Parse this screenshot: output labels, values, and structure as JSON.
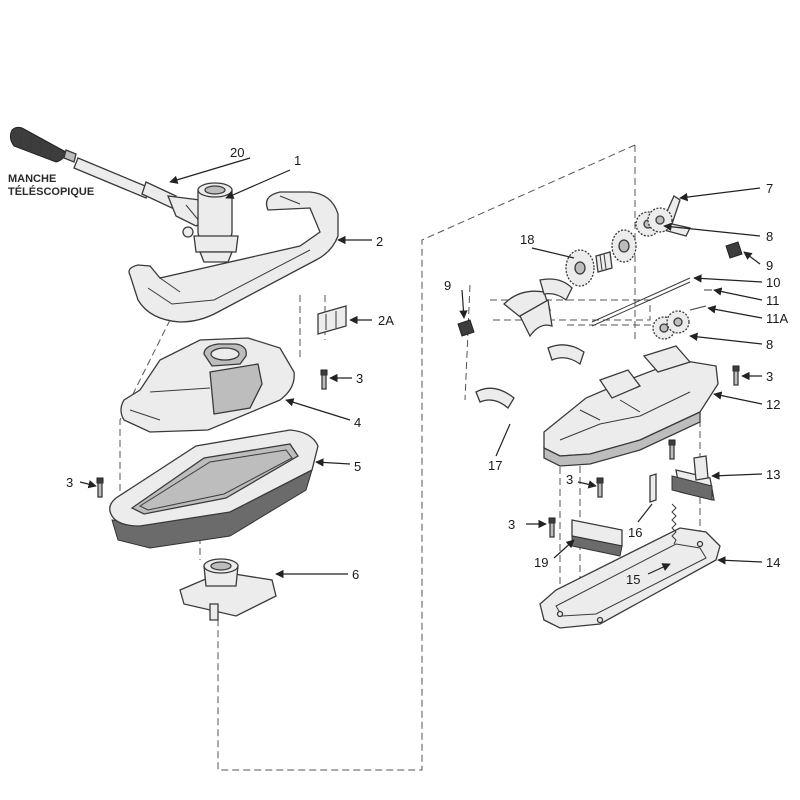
{
  "title": {
    "line1": "MANCHE",
    "line2": "TÉLÉSCOPIQUE"
  },
  "callouts": {
    "c20": "20",
    "c1": "1",
    "c2": "2",
    "c2a": "2A",
    "c3a": "3",
    "c4": "4",
    "c5": "5",
    "c3b": "3",
    "c6": "6",
    "c7": "7",
    "c8a": "8",
    "c9a": "9",
    "c9b": "9",
    "c10": "10",
    "c18": "18",
    "c11": "11",
    "c11a": "11A",
    "c8b": "8",
    "c3c": "3",
    "c12": "12",
    "c17": "17",
    "c13": "13",
    "c3d": "3",
    "c3e": "3",
    "c16": "16",
    "c19": "19",
    "c14": "14",
    "c15": "15"
  }
}
